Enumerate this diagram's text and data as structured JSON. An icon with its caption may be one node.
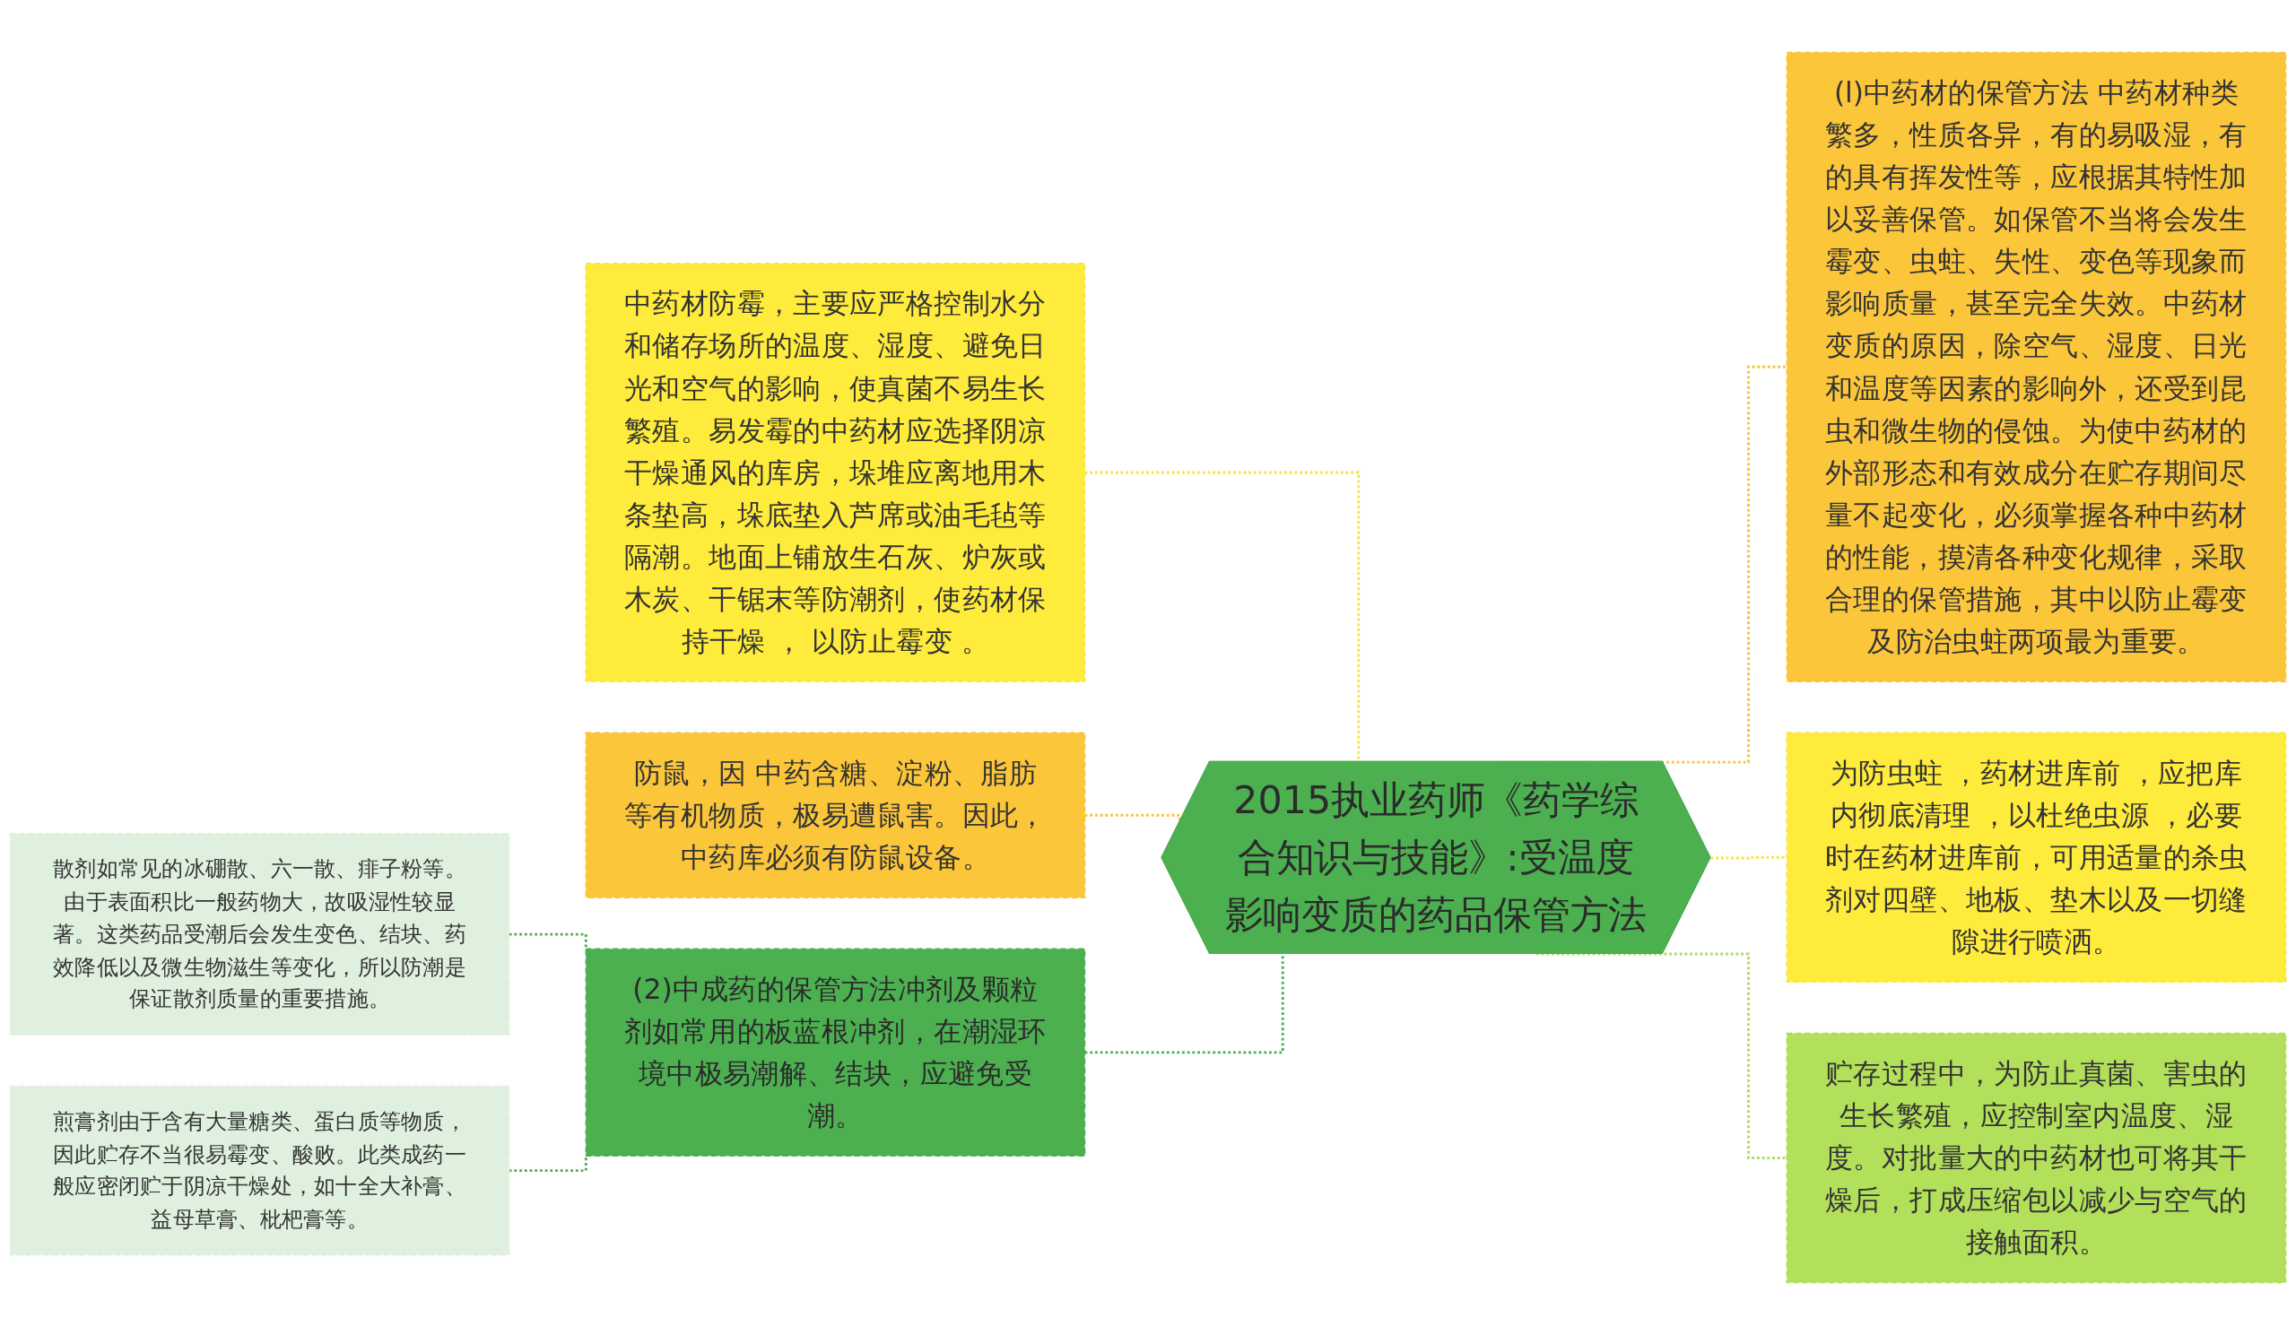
{
  "diagram": {
    "nodes": [
      {
        "text": [
          "2015执业药师《药学综合知识与技能》:受温度影响变质的药品保管方法"
        ]
      },
      {
        "text": [
          "中药材防霉，主要应严格控制水分和储存场所的温度、湿度、避免日光和空气的影响，使真菌不易生长繁殖。易发霉的中药材应选择阴凉干燥通风的库房，垛堆应离地用木条垫高，垛底垫入芦席或油毛毡等隔潮。地面上铺放生石灰、炉灰或木炭、干锯末等防潮剂，使药材保持干燥 ， 以防止霉变 。"
        ]
      },
      {
        "text": [
          "防鼠，因 中药含糖、淀粉、脂肪等有机物质，极易遭鼠害。因此，中药库必须有防鼠设备。"
        ]
      },
      {
        "text": [
          "(2)中成药的保管方法冲剂及颗粒剂如常用的板蓝根冲剂，在潮湿环境中极易潮解、结块，应避免受潮。"
        ]
      },
      {
        "text": [
          "散剂如常见的冰硼散、六一散、痱子粉等。由于表面积比一般药物大，故吸湿性较显著。这类药品受潮后会发生变色、结块、药效降低以及微生物滋生等变化，所以防潮是保证散剂质量的重要措施。"
        ]
      },
      {
        "text": [
          "煎膏剂由于含有大量糖类、蛋白质等物质，因此贮存不当很易霉变、酸败。此类成药一般应密闭贮于阴凉干燥处，如十全大补膏、益母草膏、枇杷膏等。"
        ]
      },
      {
        "text": [
          "(l)中药材的保管方法 中药材种类繁多，性质各异，有的易吸湿，有的具有挥发性等，应根据其特性加以妥善保管。如保管不当将会发生霉变、虫蛀、失性、变色等现象而影响质量，甚至完全失效。中药材变质的原因，除空气、湿度、日光和温度等因素的影响外，还受到昆虫和微生物的侵蚀。为使中药材的外部形态和有效成分在贮存期间尽量不起变化，必须掌握各种中药材的性能，摸清各种变化规律，采取合理的保管措施，其中以防止霉变及防治虫蛀两项最为重要。"
        ]
      },
      {
        "text": [
          "为防虫蛀 ，药材进库前 ，应把库内彻底清理 ，以杜绝虫源 ，必要时在药材进库前，可用适量的杀虫剂对四壁、地板、垫木以及一切缝隙进行喷洒。"
        ]
      },
      {
        "text": [
          "贮存过程中，为防止真菌、害虫的生长繁殖，应控制室内温度、湿度。对批量大的中药材也可将其干燥后，打成压缩包以减少与空气的接触面积。"
        ]
      }
    ],
    "edges": [
      {
        "from": 0,
        "to": 1,
        "arrow": "none",
        "style": "dashed",
        "color": "#f5e43a"
      },
      {
        "from": 0,
        "to": 2,
        "arrow": "none",
        "style": "dashed",
        "color": "#f7c23a"
      },
      {
        "from": 0,
        "to": 3,
        "arrow": "none",
        "style": "dashed",
        "color": "#4caf50"
      },
      {
        "from": 3,
        "to": 4,
        "arrow": "none",
        "style": "dashed",
        "color": "#4caf50"
      },
      {
        "from": 3,
        "to": 5,
        "arrow": "none",
        "style": "dashed",
        "color": "#4caf50"
      },
      {
        "from": 0,
        "to": 6,
        "arrow": "none",
        "style": "dashed",
        "color": "#f7c23a"
      },
      {
        "from": 0,
        "to": 7,
        "arrow": "none",
        "style": "dashed",
        "color": "#f5e43a"
      },
      {
        "from": 0,
        "to": 8,
        "arrow": "none",
        "style": "dashed",
        "color": "#a8dc5a"
      }
    ]
  }
}
